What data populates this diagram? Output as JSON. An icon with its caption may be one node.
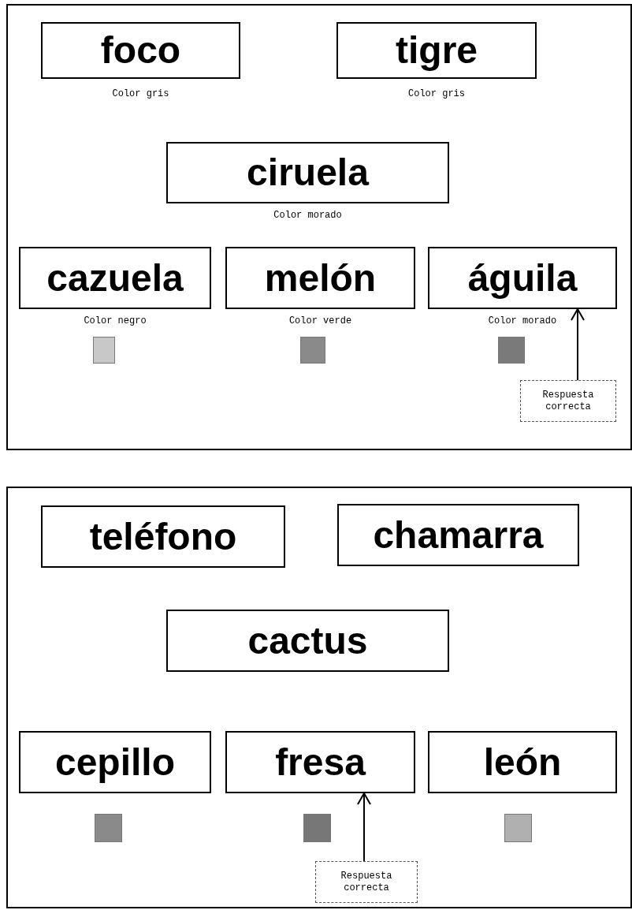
{
  "diagram": {
    "nodes": [
      {
        "text": [
          "foco"
        ],
        "beside": [
          "Color gris"
        ]
      },
      {
        "text": [
          "tigre"
        ],
        "beside": [
          "Color gris"
        ]
      },
      {
        "text": [
          "ciruela"
        ],
        "beside": [
          "Color morado"
        ]
      },
      {
        "text": [
          "cazuela"
        ],
        "beside": [
          "Color negro"
        ]
      },
      {
        "text": [
          "melón"
        ],
        "beside": [
          "Color verde"
        ]
      },
      {
        "text": [
          "águila"
        ],
        "beside": [
          "Color morado"
        ]
      },
      {
        "text": [],
        "shape": "box"
      },
      {
        "text": [],
        "shape": "box"
      },
      {
        "text": [],
        "shape": "box"
      },
      {
        "text": [
          "Respuesta correcta"
        ]
      },
      {
        "text": [
          "teléfono"
        ]
      },
      {
        "text": [
          "chamarra"
        ]
      },
      {
        "text": [
          "cactus"
        ]
      },
      {
        "text": [
          "cepillo"
        ]
      },
      {
        "text": [
          "fresa"
        ]
      },
      {
        "text": [
          "león"
        ]
      },
      {
        "text": [],
        "shape": "box"
      },
      {
        "text": [],
        "shape": "box"
      },
      {
        "text": [],
        "shape": "box"
      },
      {
        "text": [
          "Respuesta correcta"
        ]
      }
    ],
    "edges": [
      {
        "from": 9,
        "to": 5,
        "arrow": "to"
      },
      {
        "from": 19,
        "to": 14,
        "arrow": "to"
      }
    ]
  }
}
